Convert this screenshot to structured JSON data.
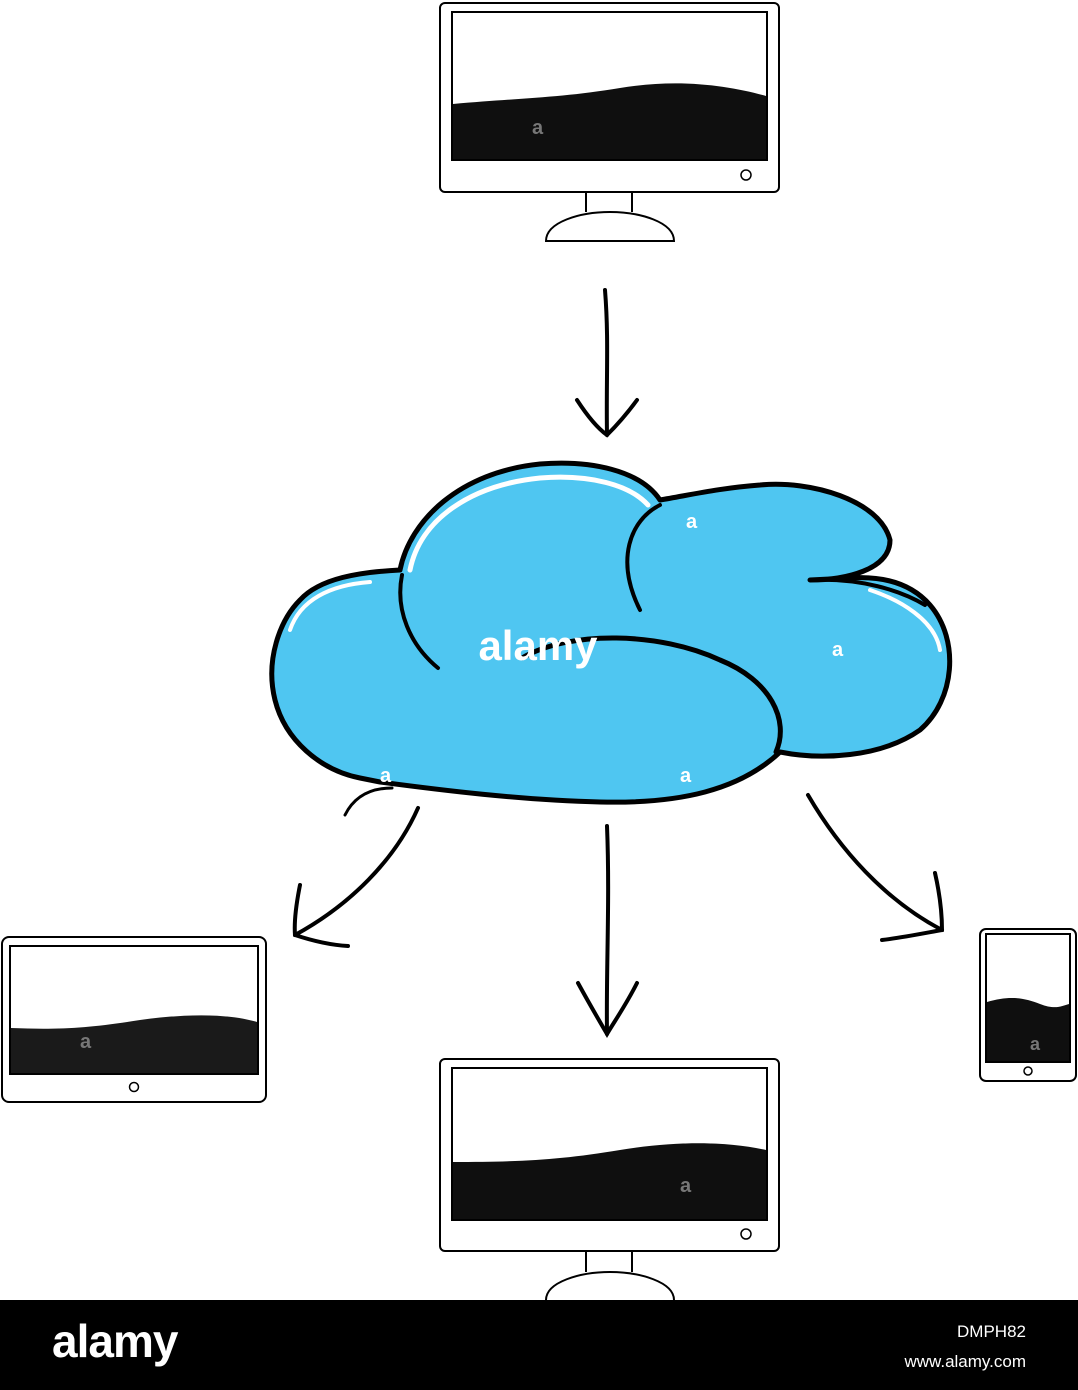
{
  "watermark": {
    "center_text": "alamy",
    "small_mark": "a"
  },
  "footer": {
    "logo_text": "alamy",
    "image_id": "DMPH82",
    "url": "www.alamy.com"
  },
  "colors": {
    "cloud_fill": "#4fc6f1",
    "outline": "#000000",
    "screen_fill": "#0f0f0f",
    "tablet_screen_fill": "#1a1a1a",
    "background": "#ffffff",
    "footer_bg": "#000000"
  },
  "nodes": {
    "source": "desktop-monitor-top",
    "hub": "cloud",
    "targets": [
      "tablet-left",
      "desktop-monitor-bottom",
      "smartphone-right"
    ]
  }
}
